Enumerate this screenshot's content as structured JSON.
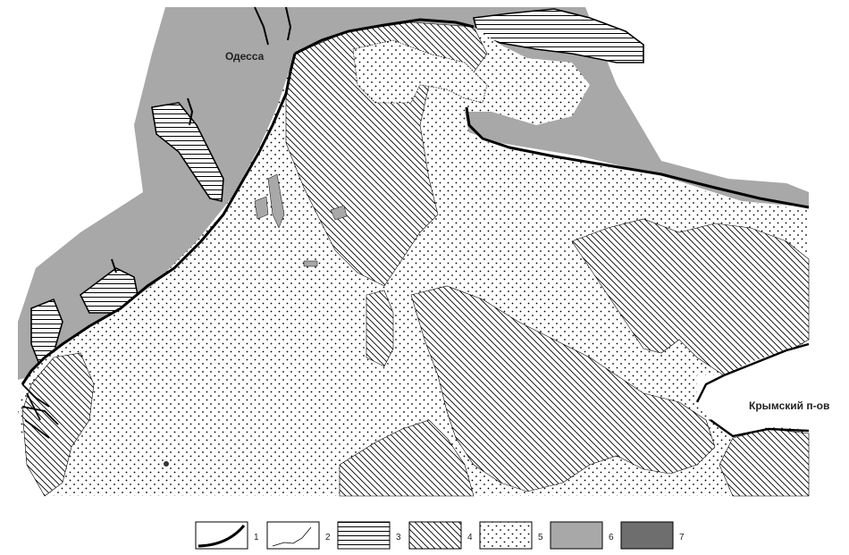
{
  "map": {
    "labels": {
      "odessa": "Одесса",
      "crimea": "Крымский п-ов"
    }
  },
  "legend": {
    "items": [
      {
        "number": "1",
        "kind": "coastline"
      },
      {
        "number": "2",
        "kind": "boundary"
      },
      {
        "number": "3",
        "kind": "horizontal-hatch"
      },
      {
        "number": "4",
        "kind": "diagonal-hatch"
      },
      {
        "number": "5",
        "kind": "dots"
      },
      {
        "number": "6",
        "kind": "gray-fill"
      },
      {
        "number": "7",
        "kind": "dark-gray-fill"
      }
    ]
  },
  "colors": {
    "land_gray": "#a8a8a8",
    "dark_gray": "#6e6e6e",
    "coast": "#000000"
  }
}
